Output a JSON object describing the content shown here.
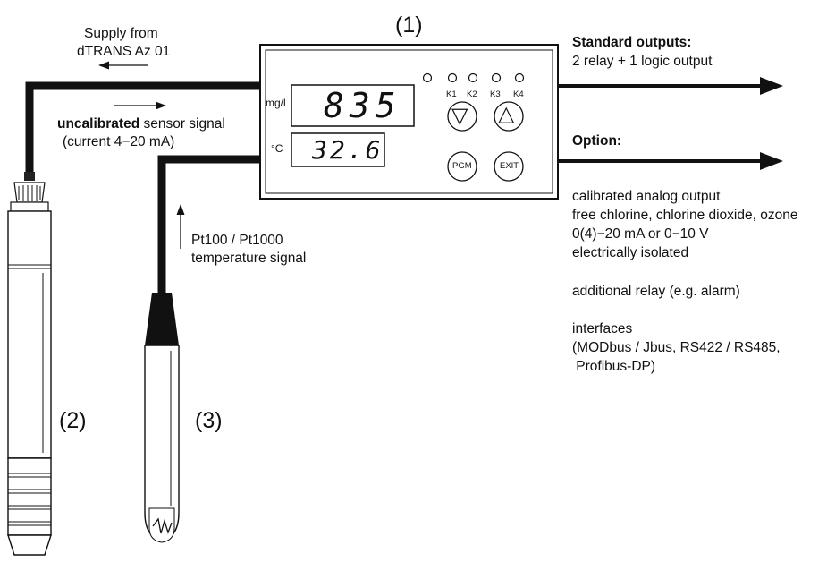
{
  "labels": {
    "unit_1": "(1)",
    "unit_2": "(2)",
    "unit_3": "(3)",
    "supply_line1": "Supply from",
    "supply_line2": "dTRANS Az 01",
    "sensor_bold": "uncalibrated",
    "sensor_rest": " sensor signal",
    "sensor_current": "(current 4−20 mA)",
    "temp_line1": "Pt100 / Pt1000",
    "temp_line2": "temperature signal",
    "standard_title": "Standard outputs:",
    "standard_desc": "2 relay + 1 logic output",
    "option_title": "Option:",
    "option_lines": [
      "calibrated analog output",
      "free chlorine, chlorine dioxide, ozone",
      "0(4)−20 mA or 0−10 V",
      "electrically isolated",
      "",
      "additional relay (e.g. alarm)",
      "",
      "interfaces",
      "(MODbus / Jbus, RS422 / RS485,",
      " Profibus-DP)"
    ]
  },
  "device": {
    "unit_top": "mg/l",
    "display_top": "835",
    "unit_bottom": "°C",
    "display_bottom": "32.6",
    "leds": [
      "K1",
      "K2",
      "K3",
      "K4"
    ],
    "btn_down": "▽",
    "btn_up": "△",
    "btn_pgm": "PGM",
    "btn_exit": "EXIT"
  }
}
